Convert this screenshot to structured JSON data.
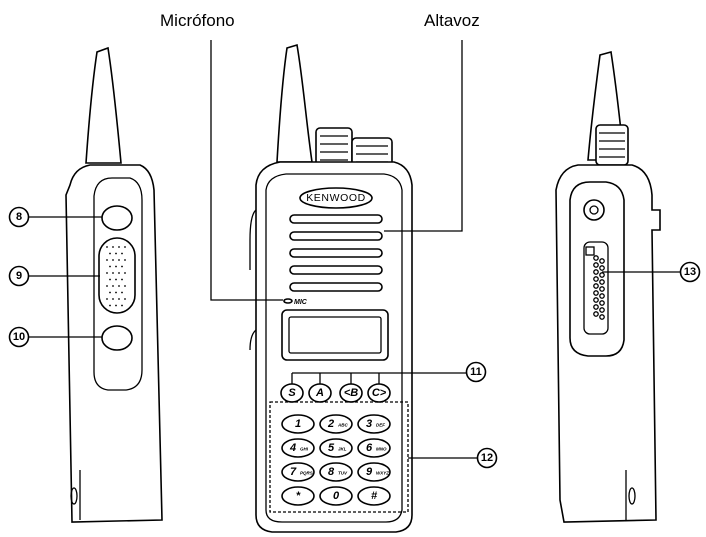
{
  "labels": {
    "microphone": "Micrófono",
    "speaker": "Altavoz",
    "mic_marking": "MIC",
    "brand": "KENWOOD"
  },
  "callouts": [
    "8",
    "9",
    "10",
    "11",
    "12",
    "13"
  ],
  "function_keys": [
    {
      "main": "S",
      "sub": ""
    },
    {
      "main": "A",
      "sub": ""
    },
    {
      "main": "<B",
      "sub": ""
    },
    {
      "main": "C>",
      "sub": ""
    }
  ],
  "keypad": [
    {
      "main": "1",
      "sub": ""
    },
    {
      "main": "2",
      "sub": "ABC"
    },
    {
      "main": "3",
      "sub": "DEF"
    },
    {
      "main": "4",
      "sub": "GHI"
    },
    {
      "main": "5",
      "sub": "JKL"
    },
    {
      "main": "6",
      "sub": "MNO"
    },
    {
      "main": "7",
      "sub": "PQRS"
    },
    {
      "main": "8",
      "sub": "TUV"
    },
    {
      "main": "9",
      "sub": "WXYZ"
    },
    {
      "main": "*",
      "sub": ""
    },
    {
      "main": "0",
      "sub": ""
    },
    {
      "main": "#",
      "sub": ""
    }
  ]
}
